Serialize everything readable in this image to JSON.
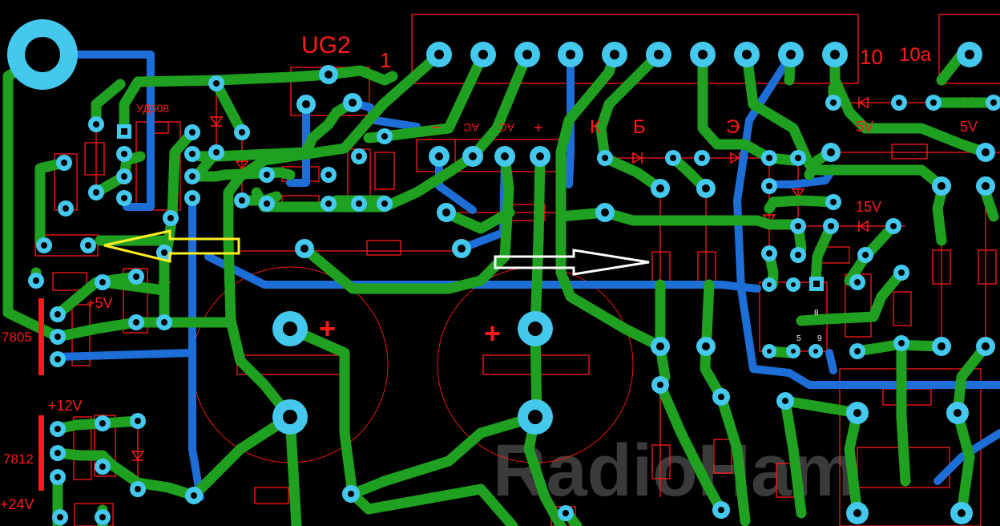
{
  "board": {
    "colors": {
      "background": "#000000",
      "top_trace": "#20a020",
      "bottom_trace": "#1e6ed8",
      "pad": "#45c8ee",
      "silkscreen": "#ff1a1a",
      "arrow_yellow": "#ffee22",
      "arrow_white": "#ffffff"
    },
    "labels": {
      "ug2": "UG2",
      "pin1": "1",
      "pin10": "10",
      "pin10a": "10a",
      "ud608": "УД608",
      "k": "К",
      "b": "Б",
      "e": "Э",
      "minus": "−",
      "ac1": "AC",
      "ac2": "AC",
      "plus": "+",
      "v5_right1": "5V",
      "v5_right2": "5V",
      "v15": "15V",
      "v5_left": "+5V",
      "v12": "+12V",
      "v24": "+24V",
      "reg7805": "7805",
      "reg7812": "7812",
      "cap_plus1": "+",
      "cap_plus2": "+",
      "pin5": "5",
      "pin8": "8",
      "pin9": "9",
      "watermark": "RadioHam"
    },
    "icons": {
      "yellow_arrow": "left-arrow-icon",
      "white_arrow": "right-arrow-icon"
    }
  }
}
